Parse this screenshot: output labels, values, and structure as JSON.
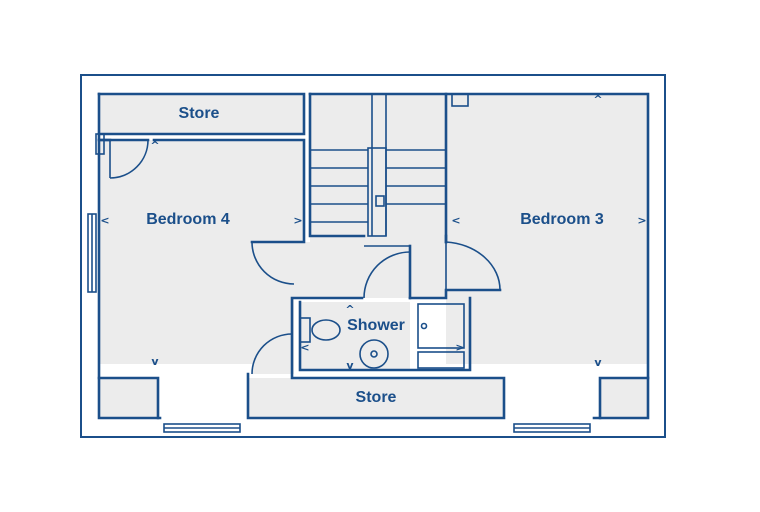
{
  "floor_plan": {
    "colors": {
      "wall": "#1b4f8a",
      "floor": "#ececec",
      "background": "#ffffff"
    },
    "rooms": {
      "store_top": "Store",
      "bedroom_4": "Bedroom 4",
      "bedroom_3": "Bedroom 3",
      "shower": "Shower",
      "store_bottom": "Store"
    },
    "icons": [
      "toilet-icon",
      "basin-icon",
      "shower-tray-icon",
      "staircase-icon",
      "door-swing-icon",
      "window-icon",
      "dimension-arrow-icon"
    ]
  }
}
